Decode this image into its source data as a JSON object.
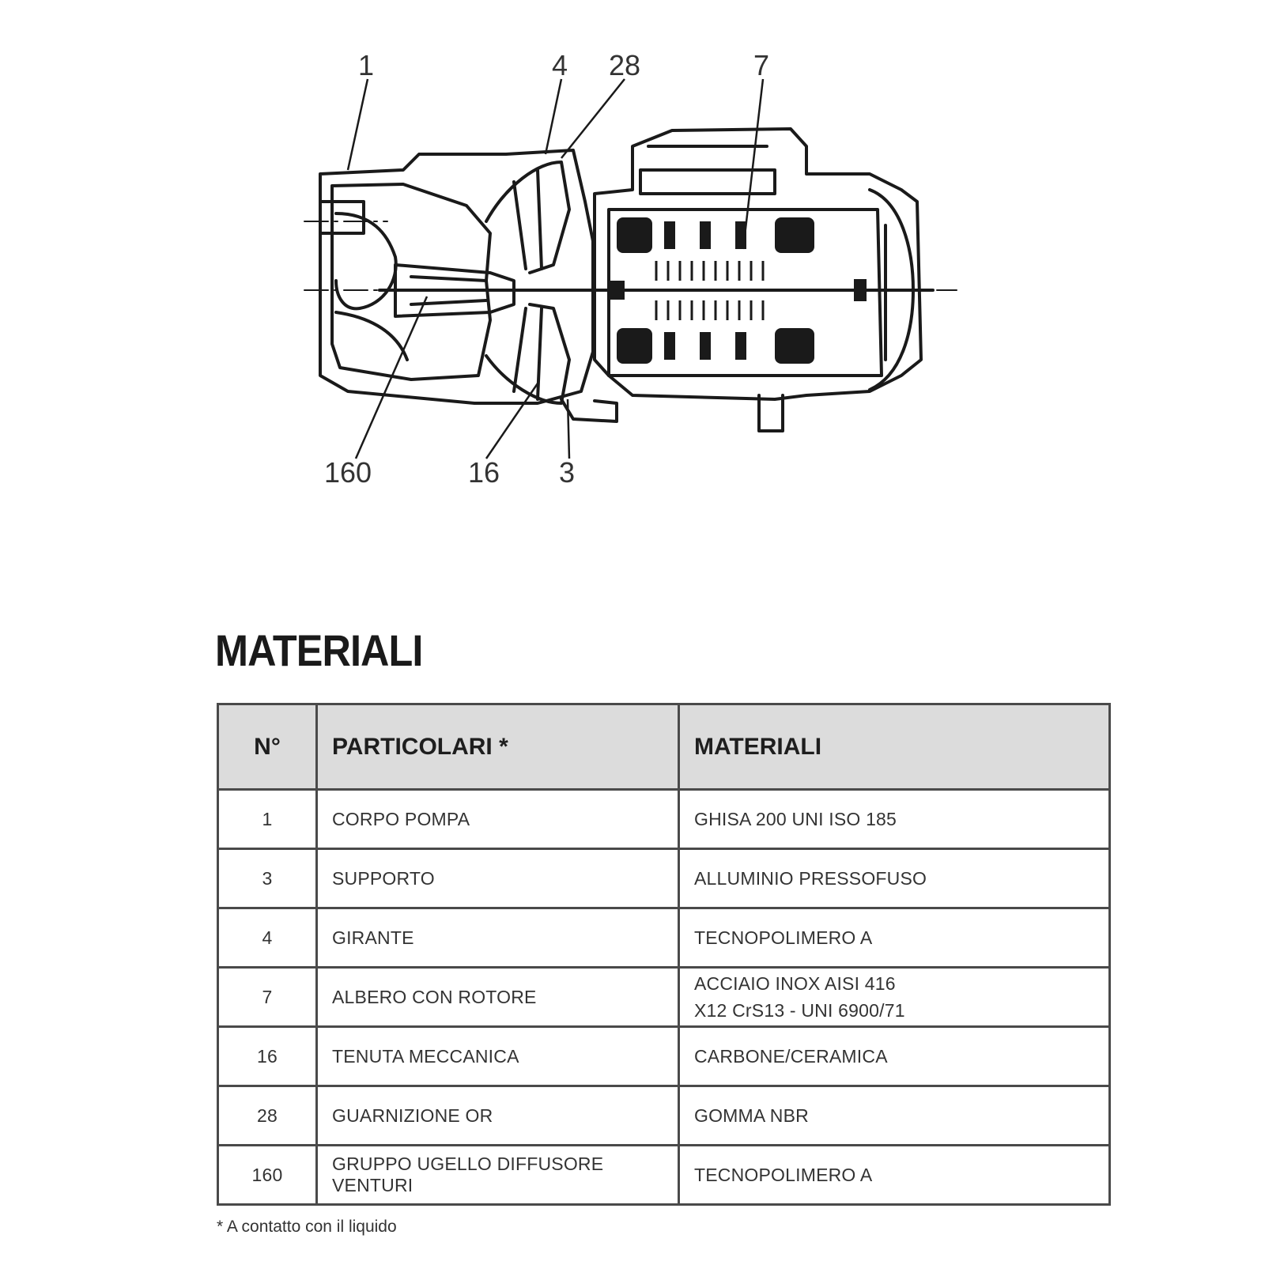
{
  "drawing": {
    "callouts": {
      "c1": "1",
      "c4": "4",
      "c28": "28",
      "c7": "7",
      "c160": "160",
      "c16": "16",
      "c3": "3"
    }
  },
  "section": {
    "title": "MATERIALI"
  },
  "table": {
    "headers": [
      "N°",
      "PARTICOLARI *",
      "MATERIALI"
    ],
    "rows": [
      {
        "num": "1",
        "part": "CORPO POMPA",
        "material": [
          "GHISA 200 UNI ISO 185"
        ]
      },
      {
        "num": "3",
        "part": "SUPPORTO",
        "material": [
          "ALLUMINIO PRESSOFUSO"
        ]
      },
      {
        "num": "4",
        "part": "GIRANTE",
        "material": [
          "TECNOPOLIMERO A"
        ]
      },
      {
        "num": "7",
        "part": "ALBERO CON ROTORE",
        "material": [
          "ACCIAIO INOX AISI 416",
          "X12 CrS13 - UNI 6900/71"
        ]
      },
      {
        "num": "16",
        "part": "TENUTA MECCANICA",
        "material": [
          "CARBONE/CERAMICA"
        ]
      },
      {
        "num": "28",
        "part": "GUARNIZIONE OR",
        "material": [
          "GOMMA NBR"
        ]
      },
      {
        "num": "160",
        "part": "GRUPPO UGELLO DIFFUSORE VENTURI",
        "material": [
          "TECNOPOLIMERO A"
        ]
      }
    ]
  },
  "footnote": "* A contatto con il liquido"
}
